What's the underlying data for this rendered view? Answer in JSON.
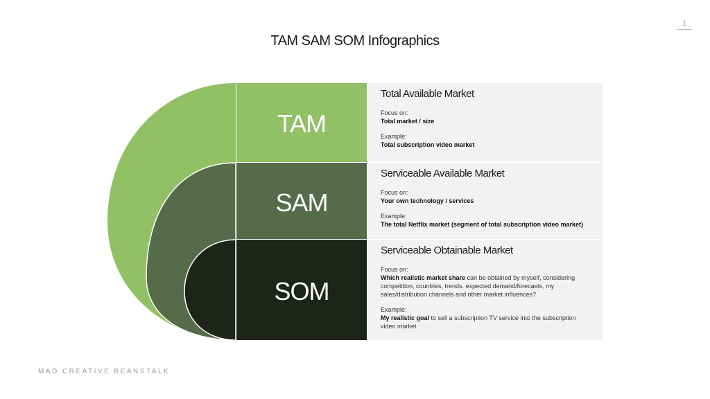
{
  "title": "TAM SAM SOM Infographics",
  "page_number": "1",
  "footer": "MAD CREATIVE BEANSTALK",
  "colors": {
    "tam": "#92c065",
    "sam": "#556b4a",
    "som": "#1f241b",
    "panel": "#f2f2f2"
  },
  "rows": [
    {
      "label": "TAM",
      "heading": "Total Available Market",
      "focus_label": "Focus on:",
      "focus_bold": "Total market / size",
      "focus_rest": "",
      "example_label": "Example:",
      "example_bold": "Total subscription video market",
      "example_rest": ""
    },
    {
      "label": "SAM",
      "heading": "Serviceable Available Market",
      "focus_label": "Focus on:",
      "focus_bold": "Your own technology / services",
      "focus_rest": "",
      "example_label": "Example:",
      "example_bold": "The total Netflix market (segment of total subscription video market)",
      "example_rest": ""
    },
    {
      "label": "SOM",
      "heading": "Serviceable Obtainable Market",
      "focus_label": "Focus on:",
      "focus_bold": "Which realistic market share",
      "focus_rest": " can be obtained by myself, considering competition, countries, trends. expected demand/forecasts, my sales/distribution channels and other market influences?",
      "example_label": "Example:",
      "example_bold": "My realistic goal",
      "example_rest": " to sell a subscription TV service into the subscription video market"
    }
  ]
}
